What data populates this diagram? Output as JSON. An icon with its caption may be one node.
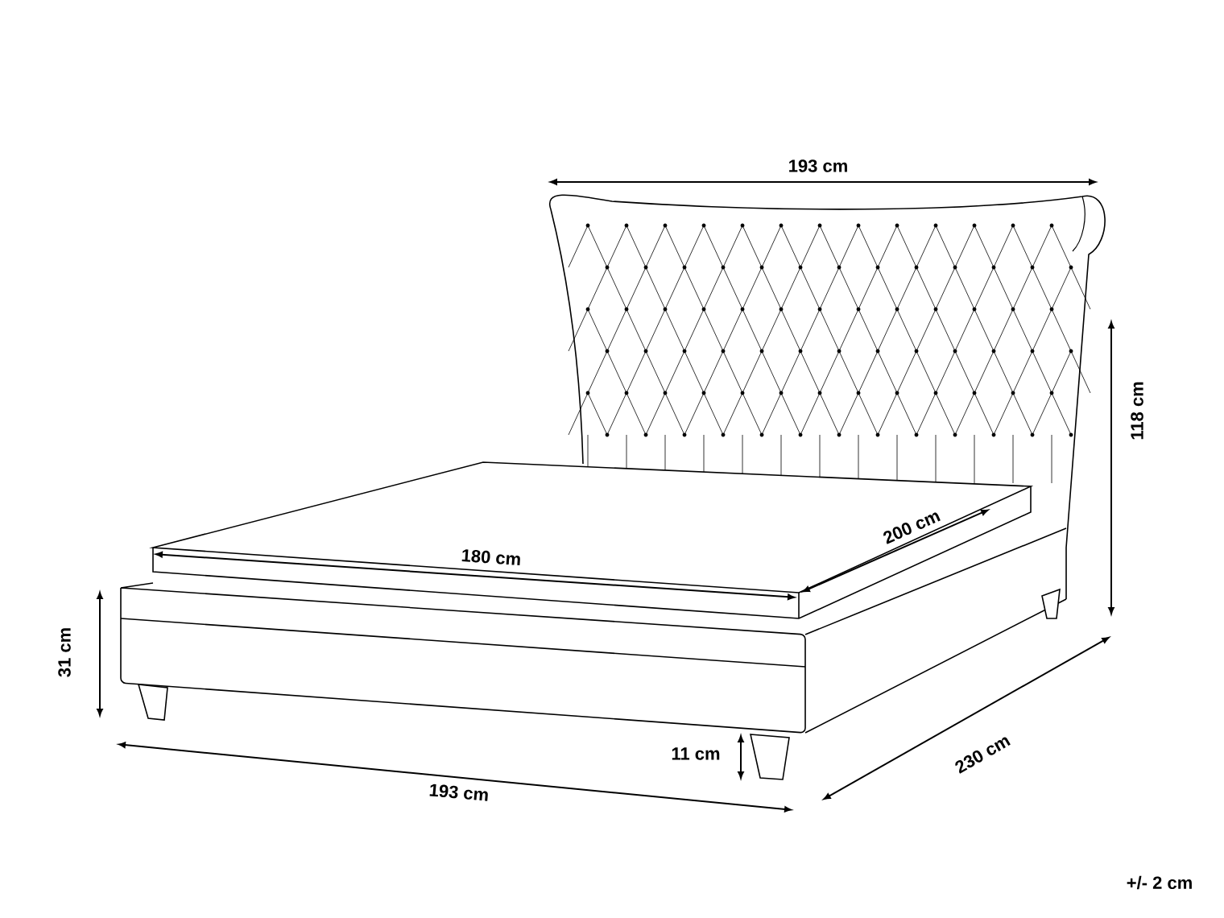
{
  "diagram": {
    "labels": [
      "193 cm",
      "118 cm",
      "200 cm",
      "180 cm",
      "31 cm",
      "11 cm",
      "193 cm",
      "230 cm",
      "+/- 2 cm"
    ]
  }
}
